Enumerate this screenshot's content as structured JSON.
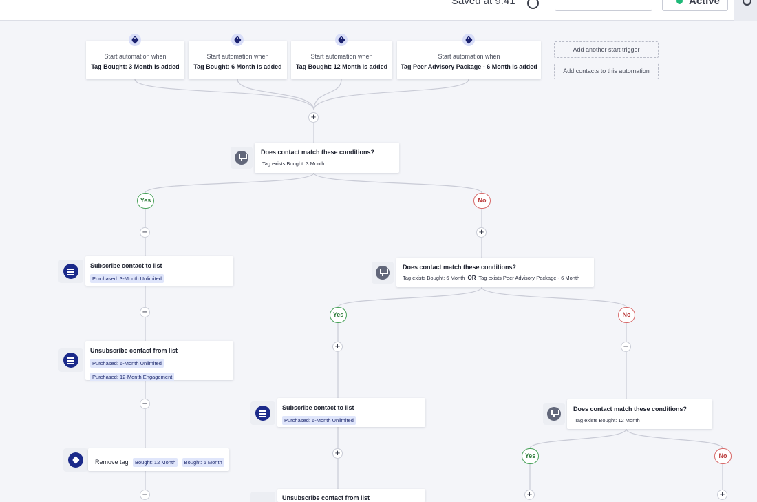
{
  "topbar": {
    "status_text": "Saved at 9:41",
    "active_label": "Active"
  },
  "triggers": [
    {
      "sub": "Start automation when",
      "main": "Tag Bought: 3 Month is added"
    },
    {
      "sub": "Start automation when",
      "main": "Tag Bought: 6 Month is added"
    },
    {
      "sub": "Start automation when",
      "main": "Tag Bought: 12 Month is added"
    },
    {
      "sub": "Start automation when",
      "main": "Tag Peer Advisory Package - 6 Month is added"
    }
  ],
  "side_actions": {
    "add_trigger": "Add another start trigger",
    "add_contacts": "Add contacts to this automation"
  },
  "plus_symbol": "+",
  "branch": {
    "yes": "Yes",
    "no": "No"
  },
  "conditions": {
    "c1": {
      "title": "Does contact match these conditions?",
      "line": "Tag exists Bought: 3 Month"
    },
    "c2": {
      "title": "Does contact match these conditions?",
      "part_a": "Tag exists Bought: 6 Month",
      "or": "OR",
      "part_b": "Tag exists Peer Advisory Package - 6 Month"
    },
    "c3": {
      "title": "Does contact match these conditions?",
      "line": "Tag exists Bought: 12 Month"
    }
  },
  "actions": {
    "subscribe_left": {
      "title": "Subscribe contact to list",
      "chips": [
        "Purchased: 3-Month Unlimited"
      ]
    },
    "unsubscribe_left": {
      "title": "Unsubscribe contact from list",
      "chips": [
        "Purchased: 6-Month Unlimited",
        "Purchased: 12-Month Engagement"
      ]
    },
    "remove_tag": {
      "title": "Remove tag",
      "chips": [
        "Bought: 12 Month",
        "Bought: 6 Month"
      ]
    },
    "subscribe_mid": {
      "title": "Subscribe contact to list",
      "chips": [
        "Purchased: 6-Month Unlimited"
      ]
    },
    "unsubscribe_mid": {
      "title": "Unsubscribe contact from list"
    }
  },
  "colors": {
    "accent": "#1b2a8a",
    "yes": "#2f7d3c",
    "no": "#b93838",
    "chip_bg": "#e0e6fb"
  }
}
